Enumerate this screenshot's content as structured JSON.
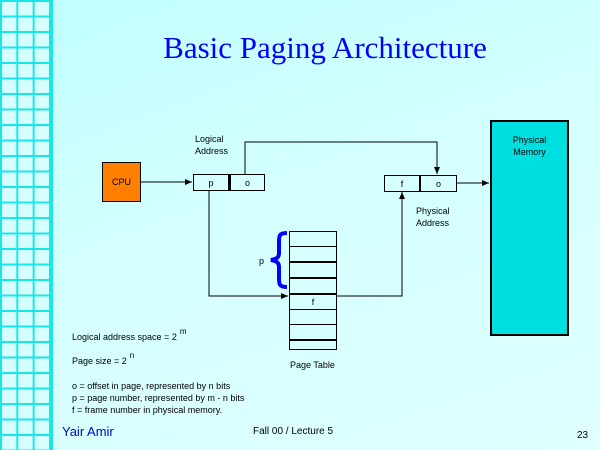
{
  "slide": {
    "title": "Basic Paging Architecture",
    "footer": {
      "author": "Yair Amir",
      "course": "Fall 00 / Lecture 5",
      "page_number": "23"
    }
  },
  "diagram": {
    "cpu_label": "CPU",
    "logical_address_label_line1": "Logical",
    "logical_address_label_line2": "Address",
    "logical_address_fields": [
      "p",
      "o"
    ],
    "physical_address_fields": [
      "f",
      "o"
    ],
    "physical_address_label_line1": "Physical",
    "physical_address_label_line2": "Address",
    "physical_memory_label_line1": "Physical",
    "physical_memory_label_line2": "Memory",
    "page_table_label": "Page Table",
    "page_table_rows": [
      "",
      "",
      "",
      "",
      "f",
      "",
      "",
      ""
    ],
    "brace_label": "p",
    "colors": {
      "title": "#0000ff",
      "cpu": "#ff8000",
      "physical_memory": "#00dfdf",
      "brace": "#0000ff",
      "grid": "#19e6e6"
    }
  },
  "notes": {
    "logical_space_text": "Logical address space = 2",
    "logical_space_exp": "m",
    "page_size_text": "Page size = 2",
    "page_size_exp": "n",
    "legend": [
      "o = offset in page, represented by n bits",
      "p = page number, represented by m - n bits",
      "f = frame number in physical memory."
    ]
  }
}
